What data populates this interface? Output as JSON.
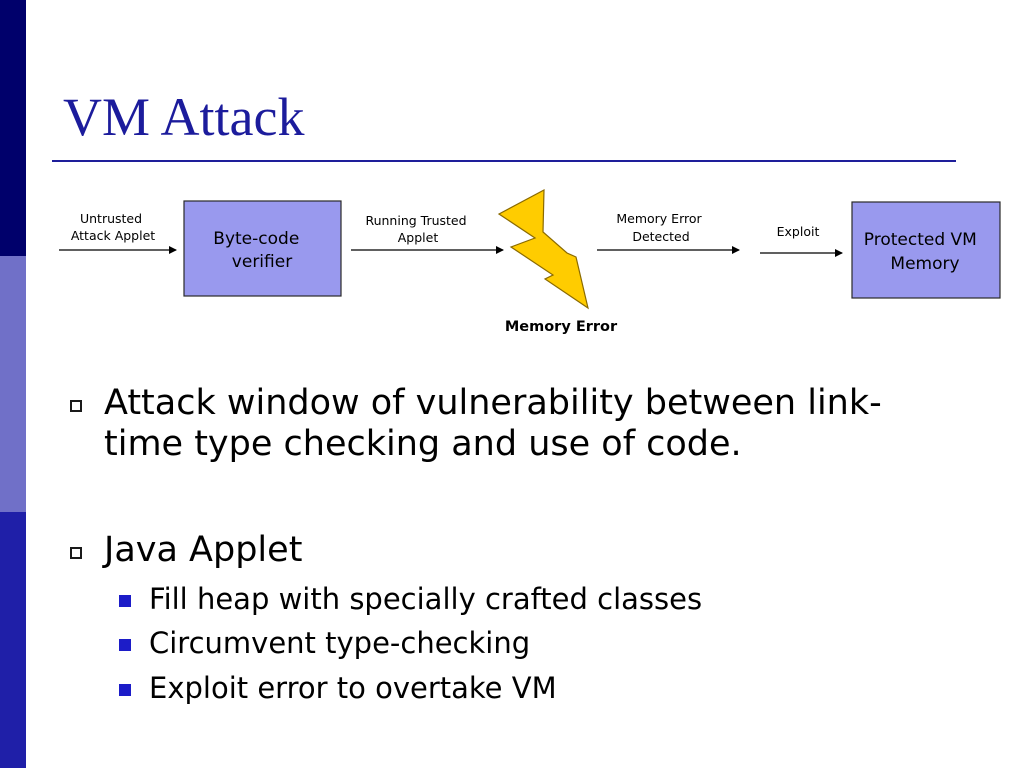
{
  "slide": {
    "title": "VM Attack",
    "colors": {
      "accent_dark": "#00006b",
      "accent_mid": "#7070c8",
      "accent_bottom": "#1f1fa8",
      "title_text": "#1c1c9c",
      "rule": "#1e1e9a",
      "box_fill": "#9999ee",
      "box_border": "#2a2a2a",
      "lightning_fill": "#ffcc00",
      "lightning_stroke": "#8a6a00",
      "sub_bullet": "#1c1cc8"
    }
  },
  "diagram": {
    "input_label": [
      "Untrusted",
      "Attack Applet"
    ],
    "verifier_box": [
      "Byte-code",
      "verifier"
    ],
    "running_label": [
      "Running Trusted",
      "Applet"
    ],
    "lightning_icon": "lightning-bolt-icon",
    "memory_error_caption": "Memory Error",
    "detected_label": [
      "Memory Error",
      "Detected"
    ],
    "exploit_label": "Exploit",
    "protected_box": [
      "Protected VM",
      "Memory"
    ]
  },
  "bullets": [
    {
      "text": "Attack window of vulnerability between link-time type checking and use of code.",
      "sub": []
    },
    {
      "text": "Java Applet",
      "sub": [
        "Fill heap with specially crafted classes",
        "Circumvent type-checking",
        "Exploit error to overtake VM"
      ]
    }
  ]
}
